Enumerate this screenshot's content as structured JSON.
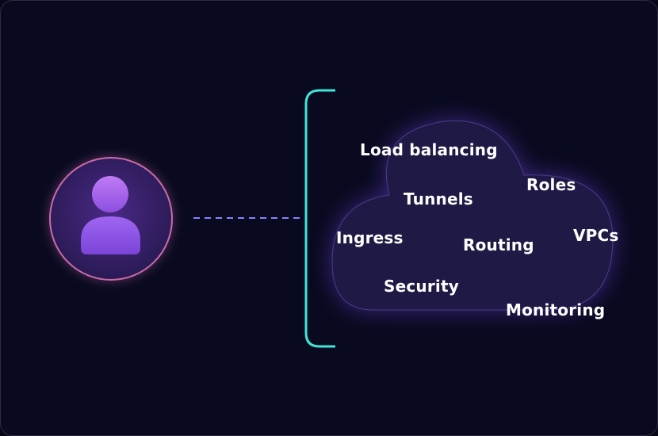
{
  "colors": {
    "background": "#090a20",
    "frame_border": "#2c2c40",
    "bracket": "#3ee6d8",
    "connector": "#8a82ff",
    "cloud_fill": "#1e1a45",
    "cloud_glow": "#7a4fe0",
    "avatar_ring": "#c86ba8",
    "avatar_fill": "#3b2370",
    "person": "#9a5bf0"
  },
  "icons": {
    "user": "user-avatar-icon",
    "cloud": "cloud-icon"
  },
  "cloud_services": [
    "Load balancing",
    "Roles",
    "Tunnels",
    "Ingress",
    "Routing",
    "VPCs",
    "Security",
    "Monitoring"
  ]
}
